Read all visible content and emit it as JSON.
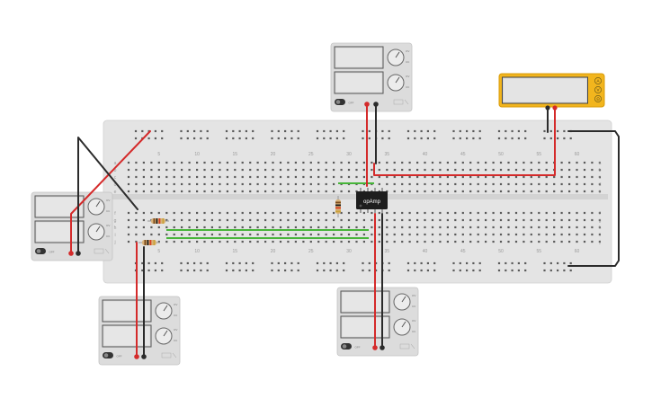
{
  "breadboard": {
    "column_numbers": [
      "5",
      "10",
      "15",
      "20",
      "25",
      "30",
      "35",
      "40",
      "45",
      "50",
      "55",
      "60"
    ],
    "row_letters_top": [
      "a",
      "b",
      "c",
      "d",
      "e"
    ],
    "row_letters_bottom": [
      "f",
      "g",
      "h",
      "i",
      "j"
    ]
  },
  "opamp": {
    "label": "opAmp"
  },
  "power_supply": {
    "off_label": "OFF"
  },
  "multimeter": {
    "button_labels": [
      "A",
      "V",
      "Ω"
    ]
  },
  "colors": {
    "breadboard": "#e4e4e4",
    "wire_red": "#d42a2a",
    "wire_black": "#2b2b2b",
    "wire_green": "#47b53a",
    "multimeter_body": "#f2b51d",
    "power_supply_body": "#dcdcdc"
  }
}
